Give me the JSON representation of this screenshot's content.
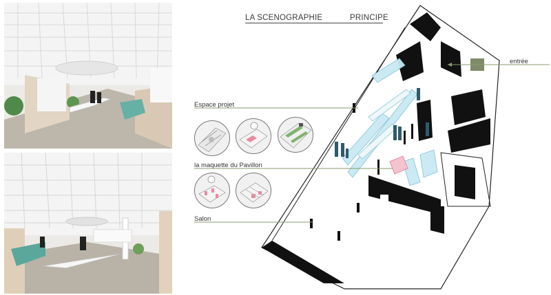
{
  "header": {
    "title_left": "LA SCENOGRAPHIE",
    "title_right": "PRINCIPE"
  },
  "labels": {
    "entree": "entrée",
    "espace_projet": "Espace  projet",
    "maquette": "la maquette du Pavillon",
    "salon": "Salon"
  },
  "colors": {
    "accent_green": "#8a9a72",
    "wall_black": "#111111",
    "glass_blue": "#9fd3e6",
    "figure_teal": "#2f5b6b",
    "model_pink": "#e98aa0"
  }
}
